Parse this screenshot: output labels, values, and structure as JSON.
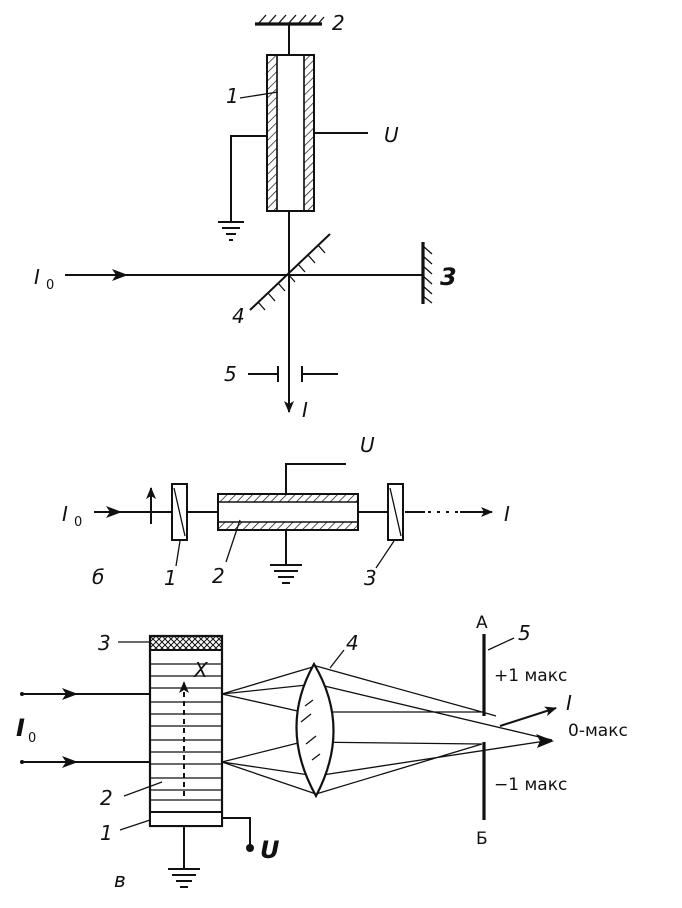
{
  "colors": {
    "ink": "#111111",
    "paper": "#ffffff"
  },
  "panel_a": {
    "label_modulator": "1",
    "label_mirror_top": "2",
    "label_mirror_right": "3",
    "label_beamsplitter": "4",
    "label_aperture": "5",
    "label_voltage": "U",
    "label_input": "I",
    "label_input_sub": "0",
    "label_output": "I"
  },
  "panel_b": {
    "panel_letter": "б",
    "label_polarizer": "1",
    "label_crystal": "2",
    "label_analyzer": "3",
    "label_voltage": "U",
    "label_input": "I",
    "label_input_sub": "0",
    "label_output": "I"
  },
  "panel_c": {
    "panel_letter": "в",
    "label_base": "1",
    "label_medium": "2",
    "label_transducer": "3",
    "label_lens": "4",
    "label_screen": "5",
    "label_axis": "X",
    "label_voltage": "U",
    "label_input": "I",
    "label_input_sub": "0",
    "label_output": "I",
    "label_screen_top": "А",
    "label_screen_bottom": "Б",
    "label_plus_max": "+1 макс",
    "label_zero_max": "0-макс",
    "label_minus_max": "−1 макс"
  }
}
